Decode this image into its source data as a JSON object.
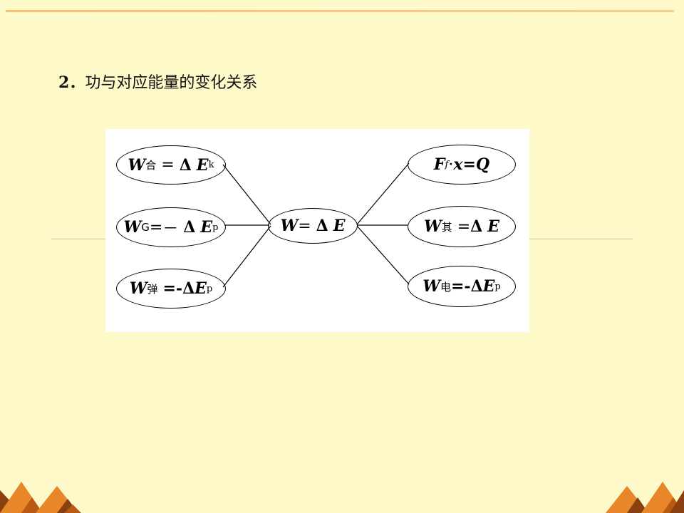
{
  "heading": {
    "number": "2．",
    "text": "功与对应能量的变化关系"
  },
  "diagram": {
    "center": {
      "w": "W",
      "eq": "=",
      "delta": "Δ",
      "e": "E"
    },
    "left": [
      {
        "w": "W",
        "sub": "合",
        "eq": "=",
        "op": "",
        "delta": "Δ",
        "e": "E",
        "esub": "k"
      },
      {
        "w": "W",
        "sub": "G",
        "eq": "=",
        "op": "－",
        "delta": "Δ",
        "e": "E",
        "esub": "p"
      },
      {
        "w": "W",
        "sub": "弹",
        "eq": "=",
        "op": "-",
        "delta": "Δ",
        "e": "E",
        "esub": "p"
      }
    ],
    "right": [
      {
        "f": "F",
        "fsub": "f",
        "dot": "·",
        "x": "x",
        "eq": "=",
        "q": "Q"
      },
      {
        "w": "W",
        "sub": "其",
        "eq": "=",
        "op": "",
        "delta": "Δ",
        "e": "E",
        "esub": ""
      },
      {
        "w": "W",
        "sub": "电",
        "eq": "=",
        "op": "-",
        "delta": "Δ",
        "e": "E",
        "esub": "p"
      }
    ]
  },
  "colors": {
    "background": "#fdf9c8",
    "accent_rule": "#f3c074",
    "corner_orange": "#e8872a",
    "corner_dark": "#8a3f0e"
  },
  "icons": [
    "triangle-pattern-decoration"
  ]
}
